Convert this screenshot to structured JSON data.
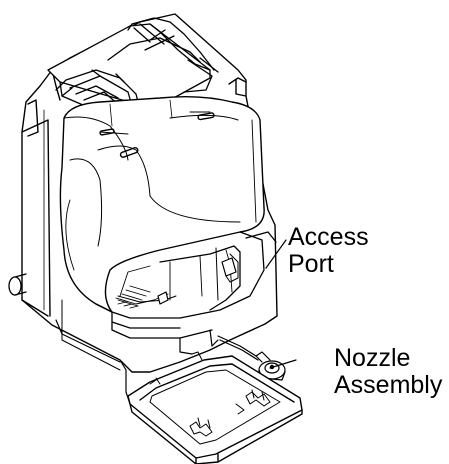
{
  "labels": {
    "access_port": [
      "Access",
      "Port"
    ],
    "nozzle_assembly": [
      "Nozzle",
      "Assembly"
    ]
  },
  "colors": {
    "stroke": "#000000",
    "fill": "#ffffff",
    "shade": "#e4e4e4"
  }
}
